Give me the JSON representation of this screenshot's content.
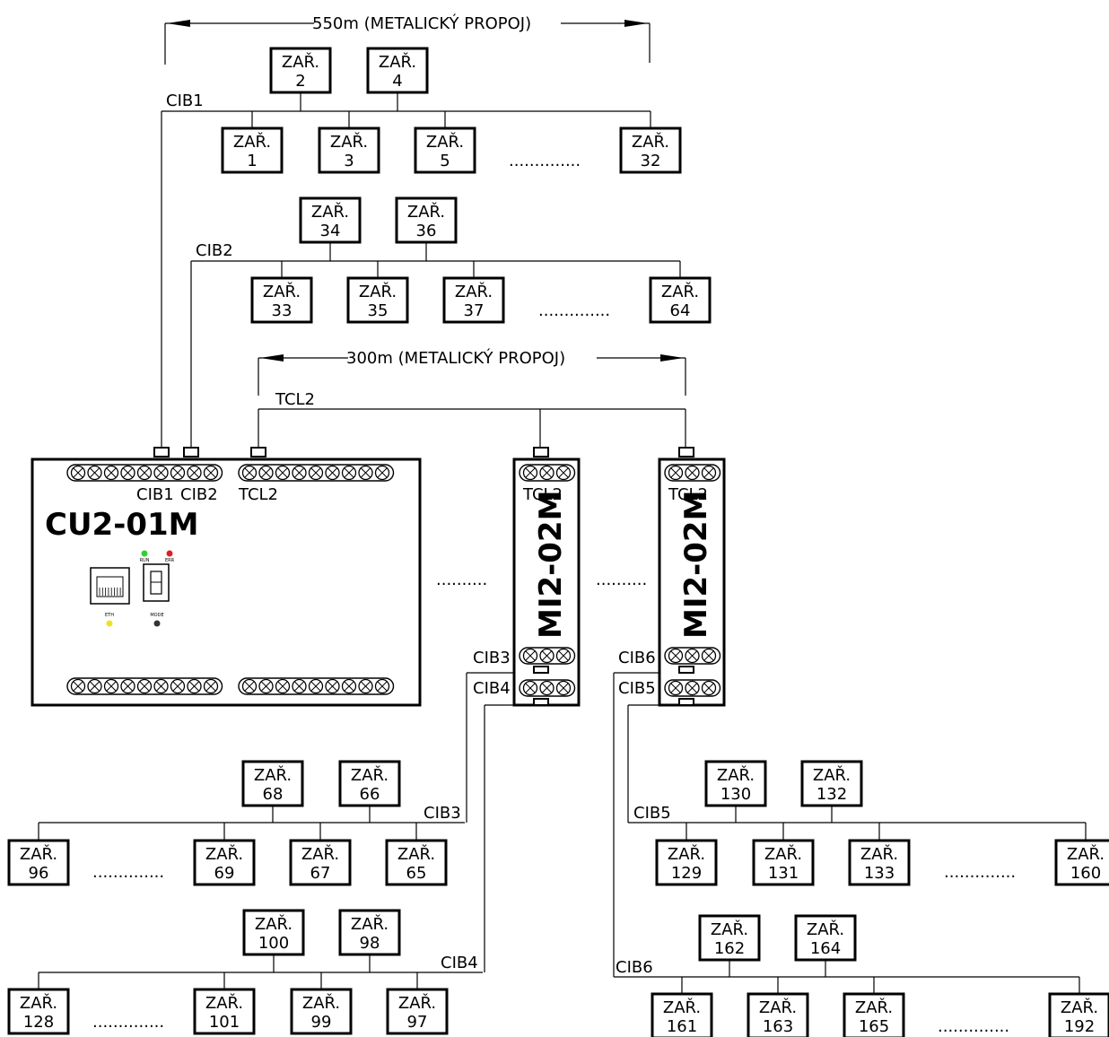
{
  "dimensions": [
    {
      "label": "550m  (METALICKÝ  PROPOJ)"
    },
    {
      "label": "300m  (METALICKÝ  PROPOJ)"
    }
  ],
  "device_prefix": "ZAŘ.",
  "ellipsis": "..............",
  "controller": {
    "name": "CU2-01M",
    "ports": [
      "CIB1",
      "CIB2",
      "TCL2"
    ],
    "led_labels": [
      "RUN",
      "ERR",
      "ETH",
      "MODE"
    ]
  },
  "modules": [
    {
      "name": "MI2-02M",
      "top_port": "TCL2",
      "bus_ports": [
        "CIB3",
        "CIB4"
      ]
    },
    {
      "name": "MI2-02M",
      "top_port": "TCL2",
      "bus_ports": [
        "CIB6",
        "CIB5"
      ]
    }
  ],
  "buses": [
    {
      "label": "CIB1",
      "upper": [
        "2",
        "4"
      ],
      "lower": [
        "1",
        "3",
        "5"
      ],
      "last": "32"
    },
    {
      "label": "CIB2",
      "upper": [
        "34",
        "36"
      ],
      "lower": [
        "33",
        "35",
        "37"
      ],
      "last": "64"
    },
    {
      "label": "TCL2"
    },
    {
      "label": "CIB3",
      "upper": [
        "68",
        "66"
      ],
      "lower": [
        "69",
        "67",
        "65"
      ],
      "last": "96"
    },
    {
      "label": "CIB4",
      "upper": [
        "100",
        "98"
      ],
      "lower": [
        "101",
        "99",
        "97"
      ],
      "last": "128"
    },
    {
      "label": "CIB5",
      "upper": [
        "130",
        "132"
      ],
      "lower": [
        "129",
        "131",
        "133"
      ],
      "last": "160"
    },
    {
      "label": "CIB6",
      "upper": [
        "162",
        "164"
      ],
      "lower": [
        "161",
        "163",
        "165"
      ],
      "last": "192"
    }
  ]
}
